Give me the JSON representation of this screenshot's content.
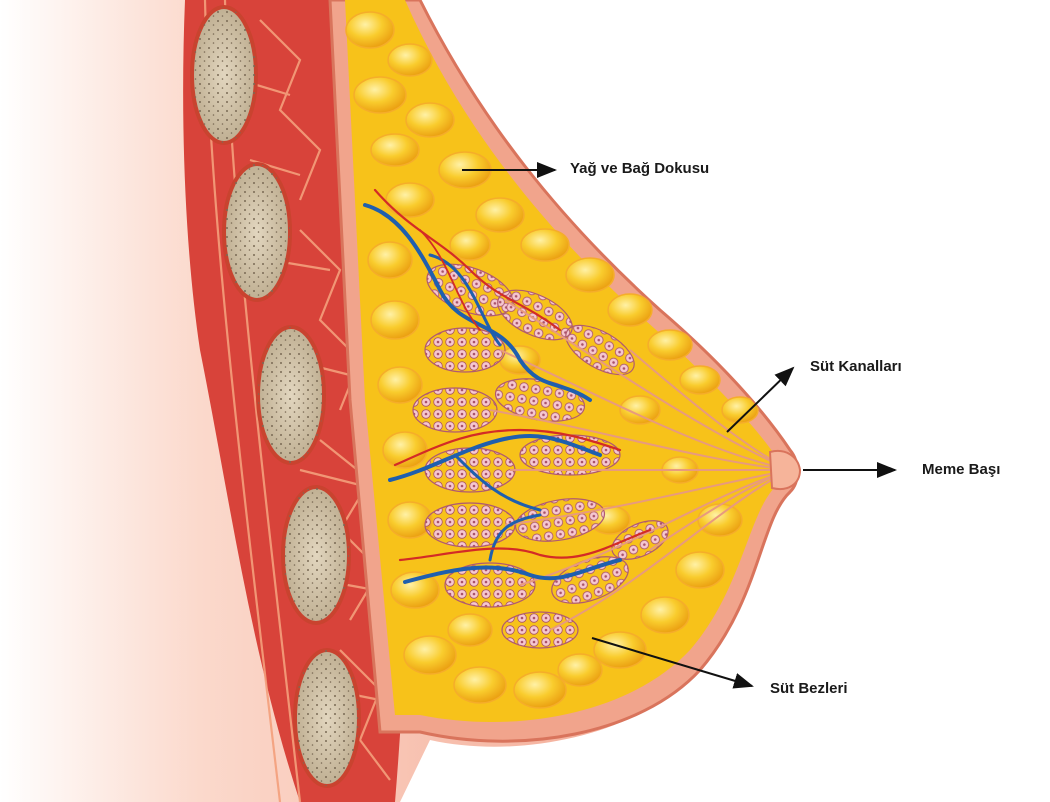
{
  "labels": {
    "fat_tissue": "Yağ ve Bağ Dokusu",
    "milk_ducts": "Süt Kanalları",
    "nipple": "Meme Başı",
    "milk_glands": "Süt Bezleri"
  },
  "colors": {
    "skin": "#f4a88f",
    "skin_light": "#fde3d8",
    "muscle": "#d8433a",
    "rib": "#d9cbb0",
    "fat": "#f7c21a",
    "gland": "#d98a9a",
    "vein": "#1f5fae",
    "artery": "#d32b26",
    "arrow": "#111111"
  }
}
